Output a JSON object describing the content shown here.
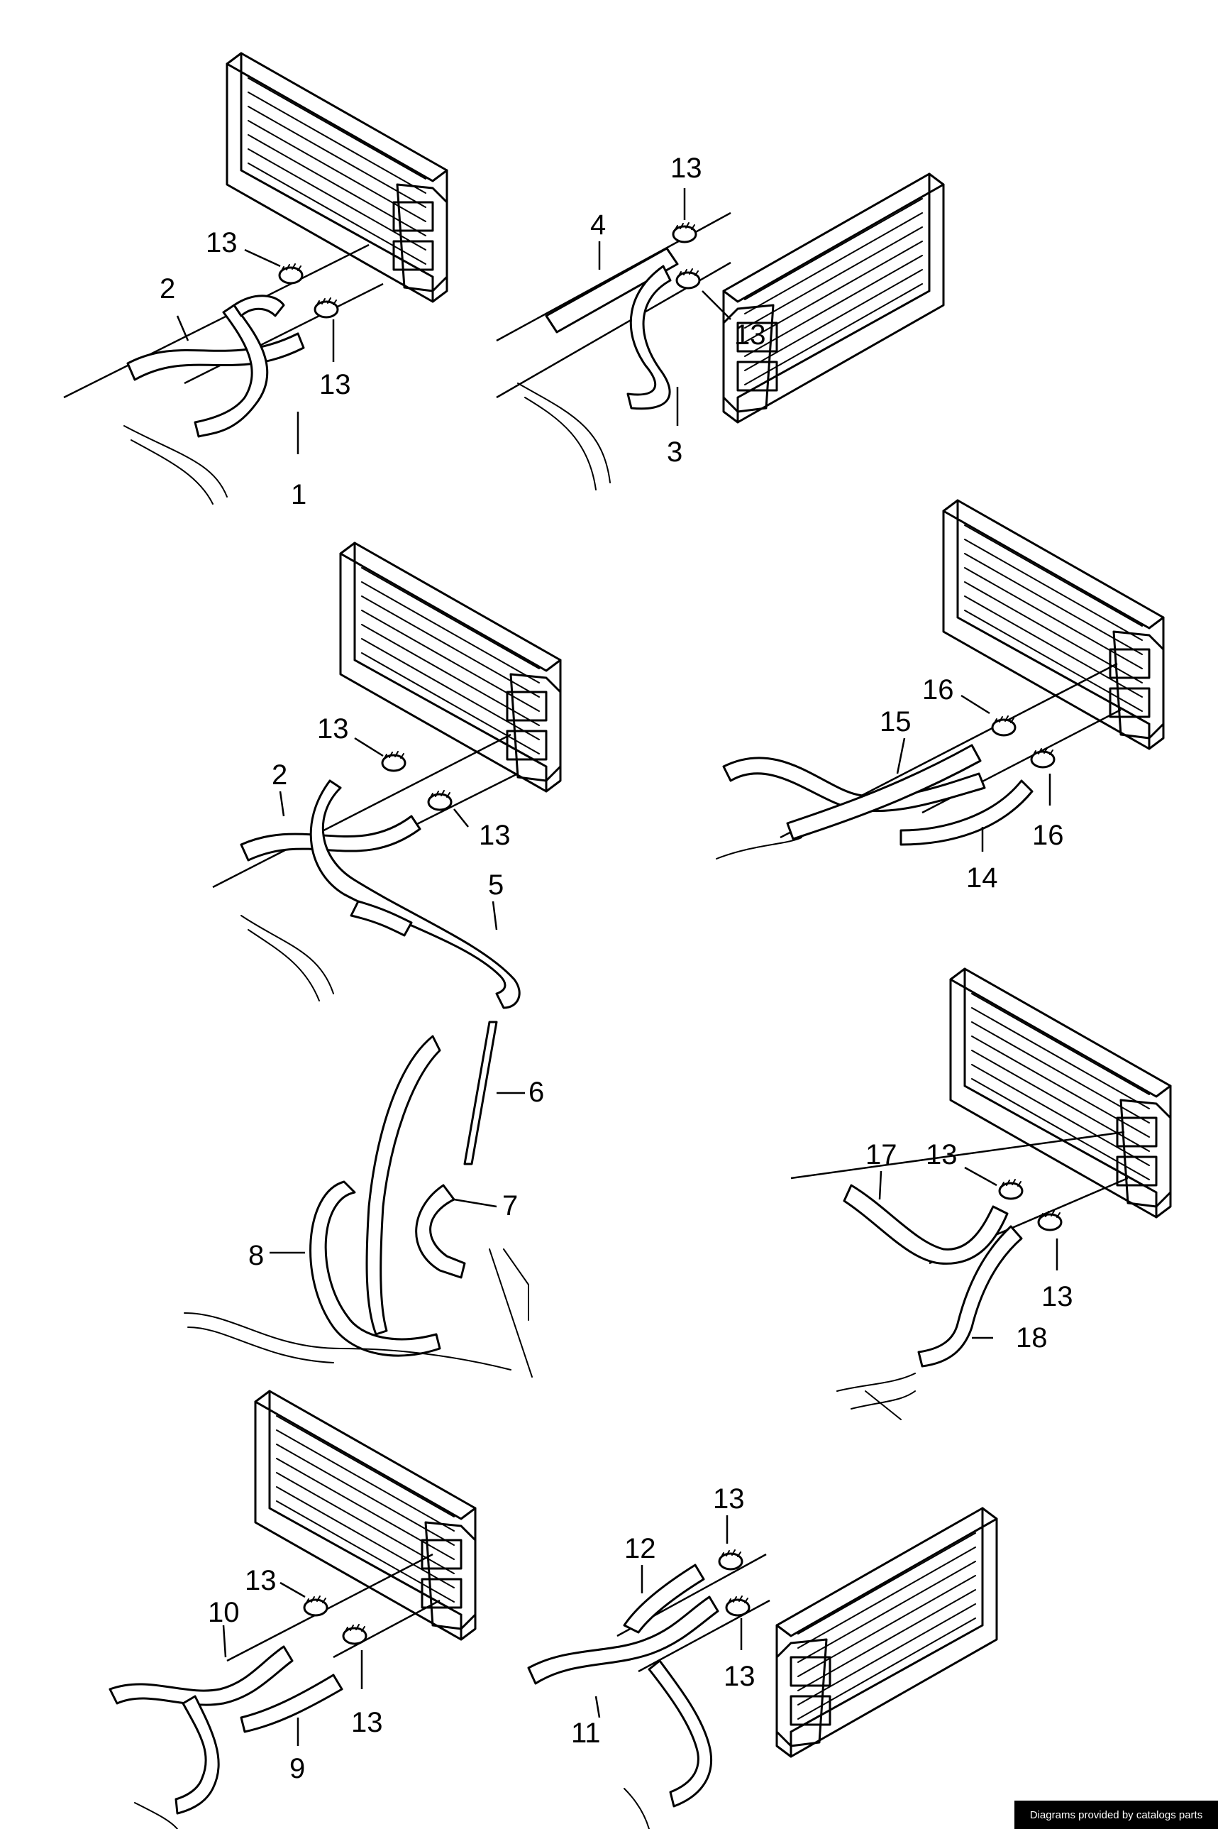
{
  "callouts": {
    "g1": [
      "13",
      "2",
      "13",
      "1"
    ],
    "g2": [
      "13",
      "4",
      "13",
      "3"
    ],
    "g3": [
      "13",
      "2",
      "13",
      "5",
      "6",
      "7",
      "8"
    ],
    "g4": [
      "16",
      "15",
      "16",
      "14"
    ],
    "g5": [
      "17",
      "13",
      "13",
      "18"
    ],
    "g6": [
      "13",
      "10",
      "13",
      "9"
    ],
    "g7": [
      "13",
      "12",
      "13",
      "11"
    ]
  },
  "credit": "Diagrams provided by catalogs parts"
}
